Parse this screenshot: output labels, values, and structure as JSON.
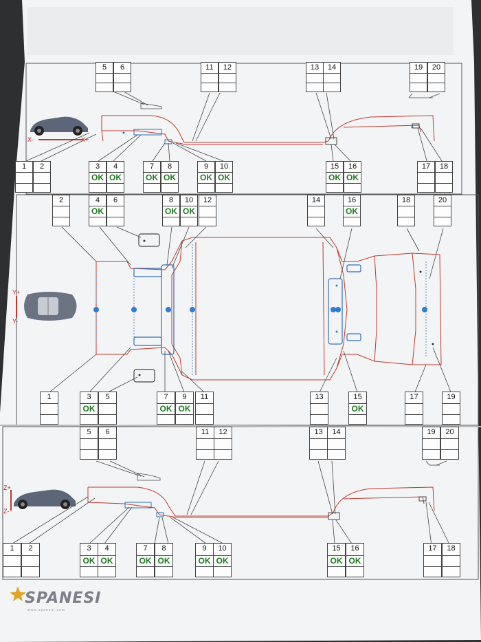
{
  "brand": {
    "name": "SPANESI",
    "url": "www.spanesi.com"
  },
  "colors": {
    "frame_red": "#c0392b",
    "measure_blue": "#2e6fb8",
    "ok_green": "#1f7a1f",
    "paper": "#f4f5f7"
  },
  "axes": {
    "x_minus": "X-",
    "x_plus": "X+",
    "y_plus": "Y+",
    "y_minus": "Y-",
    "z_plus": "Z+",
    "z_minus": "Z-"
  },
  "ok_label": "OK",
  "sections": {
    "side_top": {
      "upper_points": [
        "5",
        "6",
        "11",
        "12",
        "13",
        "14",
        "19",
        "20"
      ],
      "lower_points": [
        {
          "n": "1",
          "ok": false
        },
        {
          "n": "2",
          "ok": false
        },
        {
          "n": "3",
          "ok": true
        },
        {
          "n": "4",
          "ok": true
        },
        {
          "n": "7",
          "ok": true
        },
        {
          "n": "8",
          "ok": true
        },
        {
          "n": "9",
          "ok": true
        },
        {
          "n": "10",
          "ok": true
        },
        {
          "n": "15",
          "ok": true
        },
        {
          "n": "16",
          "ok": true
        },
        {
          "n": "17",
          "ok": false
        },
        {
          "n": "18",
          "ok": false
        }
      ]
    },
    "plan": {
      "upper_points": [
        {
          "n": "2",
          "ok": false
        },
        {
          "n": "4",
          "ok": true
        },
        {
          "n": "6",
          "ok": false
        },
        {
          "n": "8",
          "ok": true
        },
        {
          "n": "10",
          "ok": true
        },
        {
          "n": "12",
          "ok": false
        },
        {
          "n": "14",
          "ok": false
        },
        {
          "n": "16",
          "ok": true
        },
        {
          "n": "18",
          "ok": false
        },
        {
          "n": "20",
          "ok": false
        }
      ],
      "lower_points": [
        {
          "n": "1",
          "ok": false
        },
        {
          "n": "3",
          "ok": true
        },
        {
          "n": "5",
          "ok": false
        },
        {
          "n": "7",
          "ok": true
        },
        {
          "n": "9",
          "ok": true
        },
        {
          "n": "11",
          "ok": false
        },
        {
          "n": "13",
          "ok": false
        },
        {
          "n": "15",
          "ok": true
        },
        {
          "n": "17",
          "ok": false
        },
        {
          "n": "19",
          "ok": false
        }
      ]
    },
    "side_bottom": {
      "upper_points": [
        "5",
        "6",
        "11",
        "12",
        "13",
        "14",
        "19",
        "20"
      ],
      "lower_points": [
        {
          "n": "1",
          "ok": false
        },
        {
          "n": "2",
          "ok": false
        },
        {
          "n": "3",
          "ok": true
        },
        {
          "n": "4",
          "ok": true
        },
        {
          "n": "7",
          "ok": true
        },
        {
          "n": "8",
          "ok": true
        },
        {
          "n": "9",
          "ok": true
        },
        {
          "n": "10",
          "ok": true
        },
        {
          "n": "15",
          "ok": true
        },
        {
          "n": "16",
          "ok": true
        },
        {
          "n": "17",
          "ok": false
        },
        {
          "n": "18",
          "ok": false
        }
      ]
    }
  }
}
